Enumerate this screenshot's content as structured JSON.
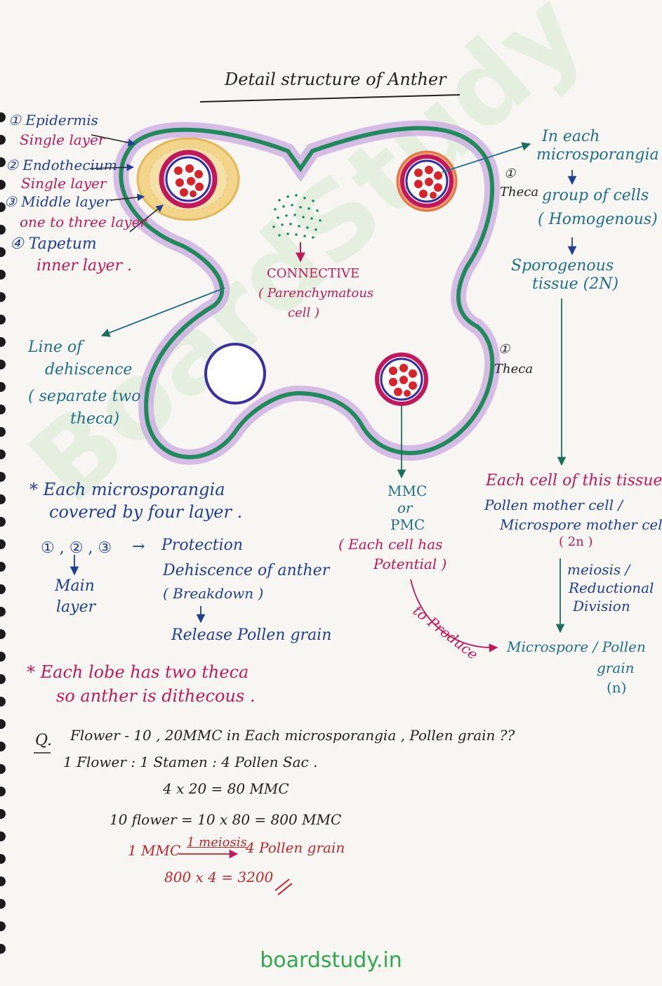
{
  "title": "Detail structure of Anther",
  "layers": {
    "epidermis": "① Epidermis",
    "epidermis_note": "Single layer",
    "endothecium": "② Endothecium",
    "endothecium_note": "Single layer",
    "middle": "③ Middle layer",
    "middle_note": "one to three layer",
    "tapetum": "④ Tapetum",
    "tapetum_note": "inner layer ."
  },
  "connective": {
    "label": "CONNECTIVE",
    "note_line1": "( Parenchymatous",
    "note_line2": "cell )"
  },
  "dehiscence": {
    "line1": "Line of",
    "line2": "dehiscence",
    "line3": "( separate two",
    "line4": "theca)"
  },
  "theca_top": {
    "num": "①",
    "label": "Theca"
  },
  "theca_bottom": {
    "num": "①",
    "label": "Theca"
  },
  "right_flow": {
    "line1": "In each",
    "line2": "microsporangia",
    "line3": "group of cells",
    "line4": "( Homogenous)",
    "line5": "Sporogenous",
    "line6": "tissue (2N)"
  },
  "mmc": {
    "line1": "MMC",
    "line2": "or",
    "line3": "PMC",
    "line4": "( Each cell has",
    "line5": "Potential )",
    "produce": "to Produce"
  },
  "right_lower": {
    "line1": "Each cell of this tissue",
    "line2": "Pollen mother cell /",
    "line3": "Microspore mother cell .",
    "line4": "( 2n )",
    "meiosis1": "meiosis /",
    "meiosis2": "Reductional",
    "meiosis3": "Division",
    "micro1": "Microspore / Pollen",
    "micro2": "grain",
    "micro3": "(n)"
  },
  "notes": {
    "star1_line1": "* Each microsporangia",
    "star1_line2": "covered by four layer .",
    "nums": "① , ② , ③",
    "arrow": "→",
    "main1": "Main",
    "main2": "layer",
    "protection": "Protection",
    "dehisc": "Dehiscence of anther",
    "breakdown": "( Breakdown )",
    "release": "Release Pollen grain",
    "star2_line1": "* Each lobe has two theca",
    "star2_line2": "so anther is dithecous ."
  },
  "question": {
    "q": "Q.",
    "line1": "Flower - 10 , 20MMC in Each microsporangia , Pollen grain ??",
    "line2": "1 Flower : 1 Stamen : 4 Pollen Sac .",
    "line3": "4 x 20 = 80 MMC",
    "line4": "10 flower = 10 x 80 = 800 MMC",
    "line5a": "1 MMC",
    "line5b": "1 meiosis",
    "line5c": "4 Pollen grain",
    "line6": "800 x 4 = 3200"
  },
  "watermark": "BoardStudy",
  "footer": "boardstudy.in",
  "colors": {
    "epidermis": "#1f8a5a",
    "endothecium": "#e7c36b",
    "tapetum": "#c2185b",
    "mmc_dot": "#d8232a",
    "circle": "#3a2fa0"
  }
}
